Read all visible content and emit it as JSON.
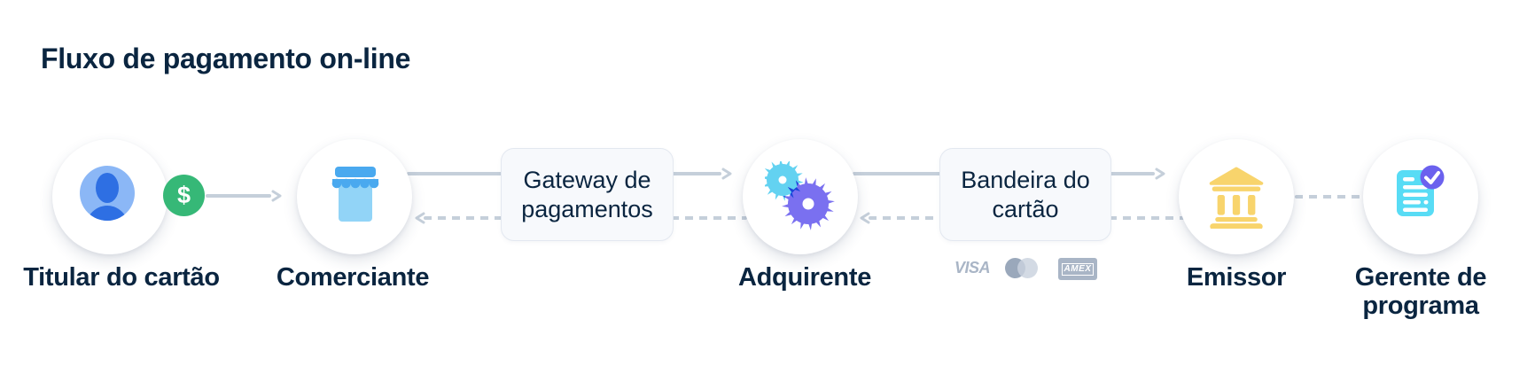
{
  "title": "Fluxo de pagamento on-line",
  "flow": {
    "nodes": [
      {
        "name": "cardholder",
        "label": "Titular do cartão",
        "icon": "person-avatar-icon"
      },
      {
        "name": "merchant",
        "label": "Comerciante",
        "icon": "storefront-icon"
      },
      {
        "name": "acquirer",
        "label": "Adquirente",
        "icon": "gears-icon"
      },
      {
        "name": "issuer",
        "label": "Emissor",
        "icon": "bank-icon"
      },
      {
        "name": "program-manager",
        "label": "Gerente de programa",
        "icon": "document-check-icon"
      }
    ],
    "intermediary_boxes": [
      {
        "name": "payment-gateway",
        "label": "Gateway de pagamentos"
      },
      {
        "name": "card-network",
        "label": "Bandeira do cartão"
      }
    ],
    "money_badge": "$",
    "card_logos": {
      "visa": "VISA",
      "mastercard": "mastercard-circles",
      "amex": "AMEX"
    },
    "connectors": {
      "forward_style": "solid",
      "return_style": "dashed"
    }
  },
  "colors": {
    "heading": "#0a2540",
    "connector_gray": "#c5cfda",
    "box_background": "#f7f9fc",
    "box_border": "#e3e8f0",
    "money_green": "#36b877",
    "avatar_light_blue": "#8bb7f6",
    "avatar_dark_blue": "#2e6fe3",
    "store_awning_blue": "#4aa9ef",
    "store_body_blue": "#92d4f7",
    "gear_cyan": "#63d2f1",
    "gear_purple": "#7a70f0",
    "gear_overlap_blue": "#1a46da",
    "bank_yellow": "#f8d46c",
    "document_cyan": "#58dcf5",
    "check_badge_purple": "#6b61ee",
    "card_logo_gray": "#a9b5c6"
  }
}
